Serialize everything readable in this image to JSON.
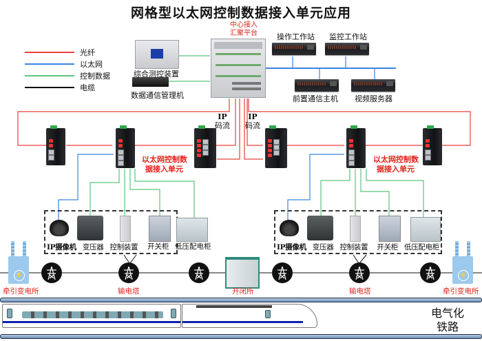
{
  "title": "网格型以太网控制数据接入单元应用",
  "legend": [
    {
      "label": "光纤",
      "color": "#e8403a"
    },
    {
      "label": "以太网",
      "color": "#3c83e0"
    },
    {
      "label": "控制数据",
      "color": "#5ec27e"
    },
    {
      "label": "电缆",
      "color": "#000000"
    }
  ],
  "center": {
    "platform_label_line1": "中心接入",
    "platform_label_line2": "汇聚平台",
    "devices": {
      "measure_control": "综合测控装置",
      "data_comm_manager": "数据通信管理机",
      "operator_station": "操作工作站",
      "monitor_station": "监控工作站",
      "front_comm_host": "前置通信主机",
      "video_server": "视频服务器"
    }
  },
  "ip_stream": {
    "line1": "IP",
    "line2": "码流"
  },
  "access_unit_label_line1": "以太网控制数",
  "access_unit_label_line2": "据接入单元",
  "field_equipment": [
    "IP摄像机",
    "变压器",
    "控制装置",
    "开关柜",
    "低压配电柜"
  ],
  "line_nodes": {
    "traction_substation": "牵引变电所",
    "transmission_tower": "输电塔",
    "switching_station": "开闭所"
  },
  "railway_label_line1": "电气化",
  "railway_label_line2": "铁路",
  "colors": {
    "fiber": "#e8403a",
    "ethernet": "#3c83e0",
    "control": "#5ec27e",
    "cable": "#000000",
    "label_red": "#e2231a"
  }
}
